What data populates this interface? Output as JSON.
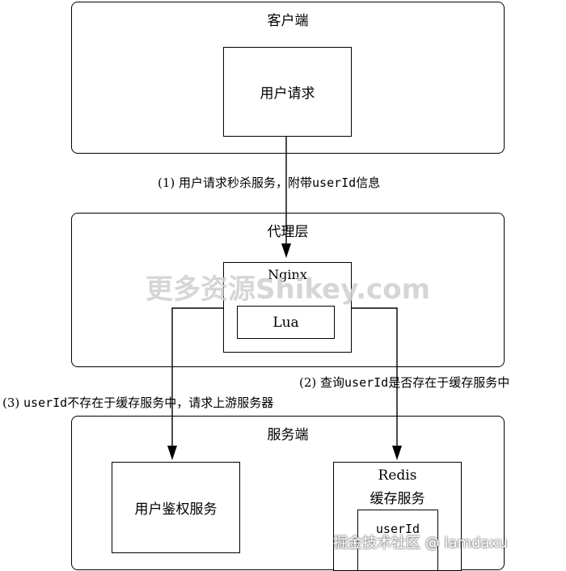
{
  "client_layer": {
    "title": "客户端",
    "request_box": "用户请求"
  },
  "proxy_layer": {
    "title": "代理层",
    "nginx_label": "Nginx",
    "lua_label": "Lua"
  },
  "server_layer": {
    "title": "服务端",
    "auth_service": "用户鉴权服务",
    "redis_line1": "Redis",
    "redis_line2": "缓存服务",
    "userid_box": "userId"
  },
  "steps": {
    "step1": {
      "prefix": "(1) 用户请求秒杀服务，附带",
      "code": "userId",
      "suffix": "信息"
    },
    "step2": {
      "prefix": "(2) 查询",
      "code": "userId",
      "suffix": "是否存在于缓存服务中"
    },
    "step3": {
      "prefix": "(3) ",
      "code": "userId",
      "suffix": "不存在于缓存服务中，请求上游服务器"
    }
  },
  "watermarks": {
    "center": "更多资源Shikey.com",
    "bottom_right": "掘金技术社区 @ lamdaxu"
  }
}
